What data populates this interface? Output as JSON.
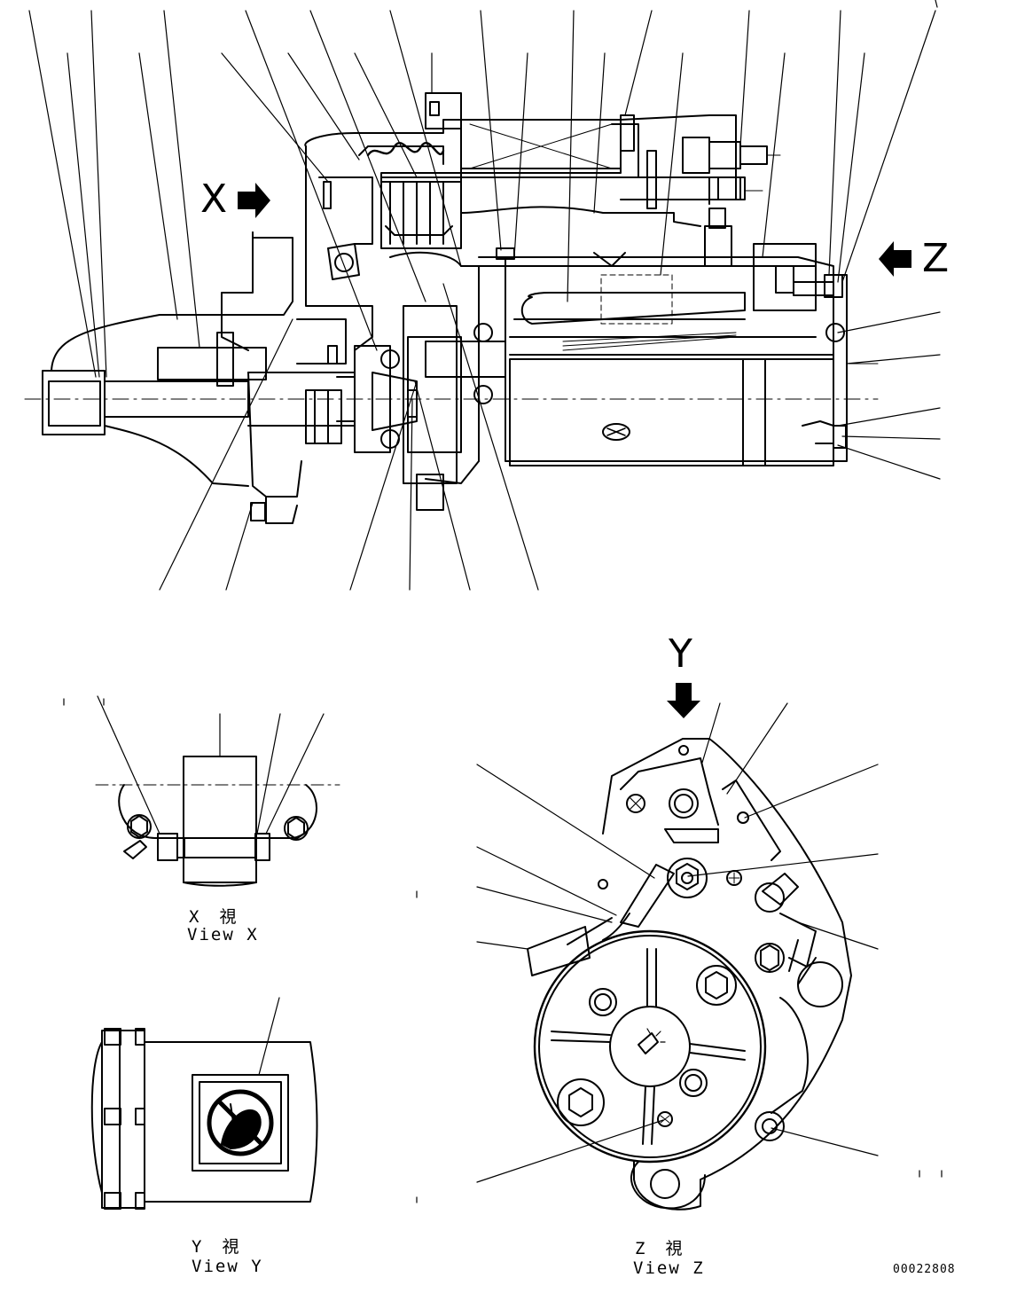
{
  "drawing": {
    "view_letters": {
      "x": "X",
      "y": "Y",
      "z": "Z"
    },
    "captions": {
      "view_x_jp": "X　視",
      "view_x_en": "View X",
      "view_y_jp": "Y　視",
      "view_y_en": "View Y",
      "view_z_jp": "Z　視",
      "view_z_en": "View Z"
    },
    "document_id": "00022808"
  }
}
